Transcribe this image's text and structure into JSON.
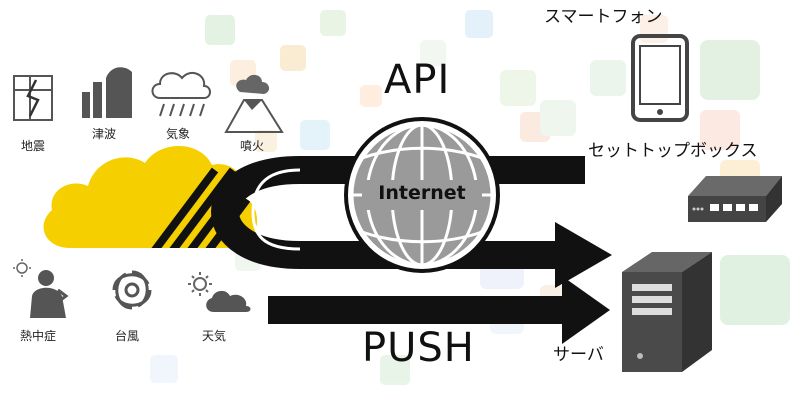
{
  "hazards": [
    {
      "id": "earthquake",
      "label": "地震",
      "icon": "earthquake-map-icon"
    },
    {
      "id": "tsunami",
      "label": "津波",
      "icon": "tsunami-wave-icon"
    },
    {
      "id": "weather_rain",
      "label": "気象",
      "icon": "rain-cloud-icon"
    },
    {
      "id": "volcano",
      "label": "噴火",
      "icon": "volcano-icon"
    },
    {
      "id": "heatstroke",
      "label": "熱中症",
      "icon": "heatstroke-person-icon"
    },
    {
      "id": "typhoon",
      "label": "台風",
      "icon": "typhoon-spiral-icon"
    },
    {
      "id": "weather",
      "label": "天気",
      "icon": "sun-cloud-icon"
    }
  ],
  "api_label": "API",
  "push_label": "PUSH",
  "globe_label": "Internet",
  "devices": [
    {
      "id": "smartphone",
      "label": "スマートフォン",
      "icon": "smartphone-icon"
    },
    {
      "id": "settopbox",
      "label": "セットトップボックス",
      "icon": "set-top-box-icon"
    },
    {
      "id": "server",
      "label": "サーバ",
      "icon": "server-tower-icon"
    }
  ],
  "colors": {
    "brand_yellow": "#f5cf00",
    "arrow": "#111111",
    "globe": "#9a9a9a"
  }
}
